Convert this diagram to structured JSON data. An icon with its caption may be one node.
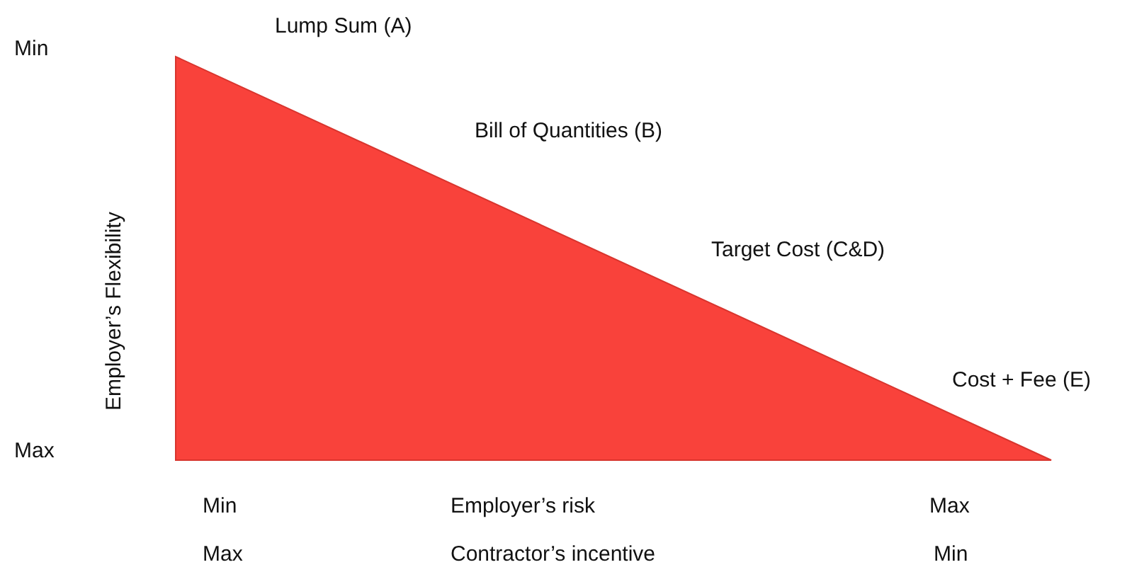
{
  "diagram": {
    "labels": [
      "Lump Sum (A)",
      "Min",
      "Bill of Quantities (B)",
      "Employer’s Flexibility",
      "Target Cost (C&D)",
      "Cost + Fee (E)",
      "Max",
      "Min",
      "Employer’s risk",
      "Max",
      "Max",
      "Contractor’s incentive",
      "Min"
    ]
  }
}
